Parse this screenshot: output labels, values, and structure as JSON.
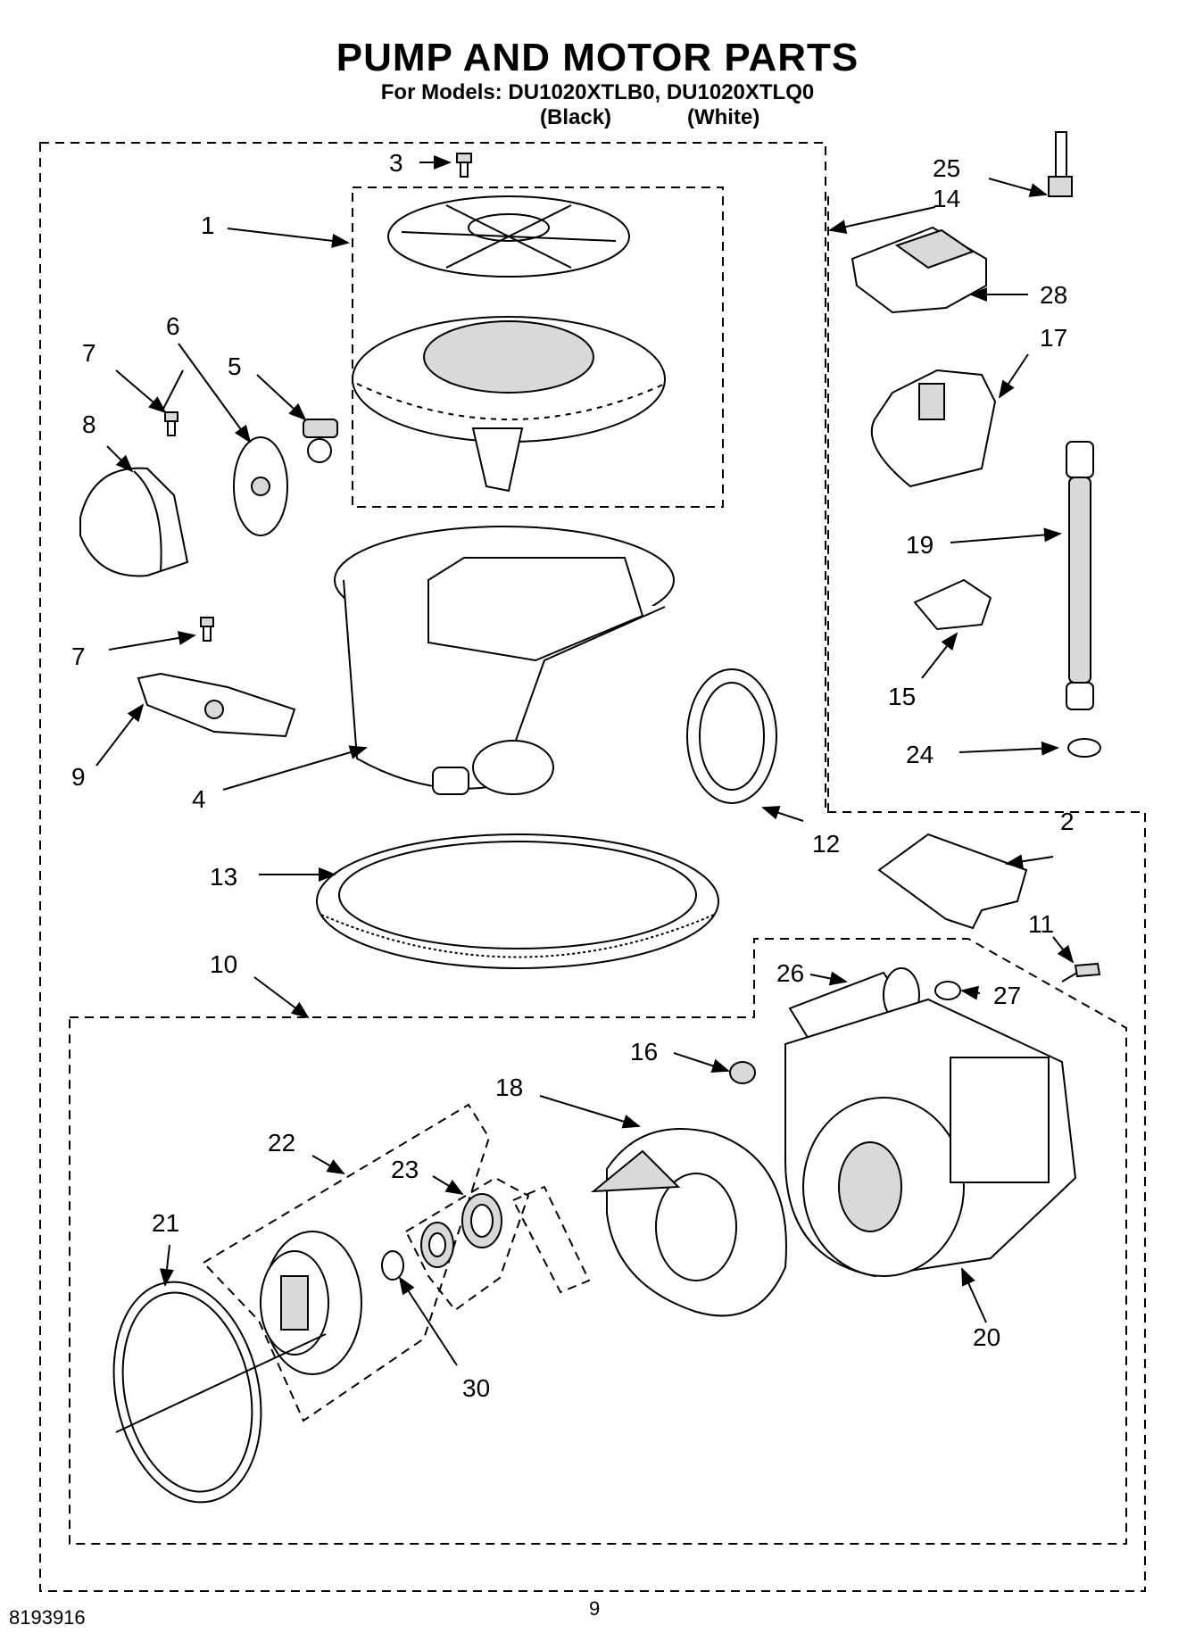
{
  "header": {
    "title": "PUMP AND MOTOR PARTS",
    "models": "For Models: DU1020XTLB0, DU1020XTLQ0",
    "variant_black": "(Black)",
    "variant_white": "(White)"
  },
  "callouts": {
    "c1": "1",
    "c2": "2",
    "c3": "3",
    "c4": "4",
    "c5": "5",
    "c6": "6",
    "c7a": "7",
    "c7b": "7",
    "c8": "8",
    "c9": "9",
    "c10": "10",
    "c11": "11",
    "c12": "12",
    "c13": "13",
    "c14": "14",
    "c15": "15",
    "c16": "16",
    "c17": "17",
    "c18": "18",
    "c19": "19",
    "c20": "20",
    "c21": "21",
    "c22": "22",
    "c23": "23",
    "c24": "24",
    "c25": "25",
    "c26": "26",
    "c27": "27",
    "c28": "28",
    "c30": "30"
  },
  "footer": {
    "document_number": "8193916",
    "page_number": "9"
  }
}
